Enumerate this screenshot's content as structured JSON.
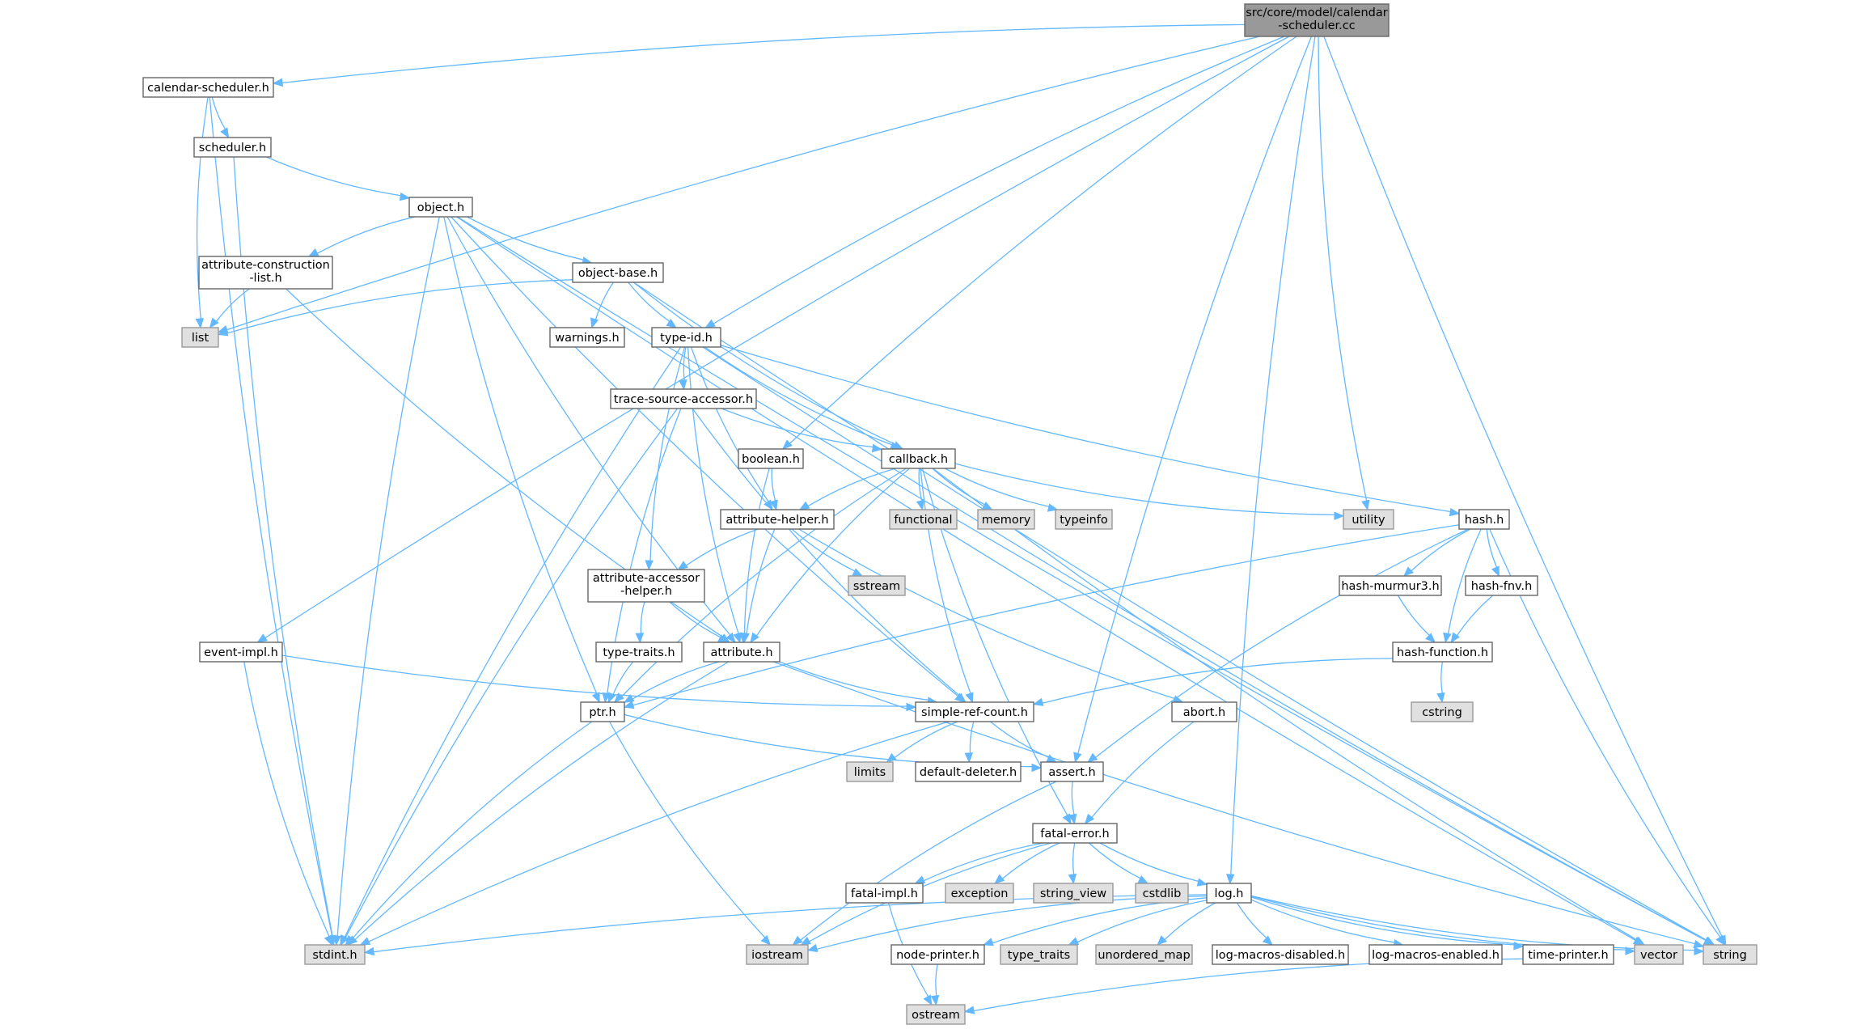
{
  "nodes": [
    {
      "id": "root",
      "label": "src/core/model/calendar-scheduler.cc",
      "lines": [
        "src/core/model/calendar",
        "-scheduler.cc"
      ],
      "kind": "root"
    },
    {
      "id": "calendar_scheduler_h",
      "label": "calendar-scheduler.h",
      "kind": "normal"
    },
    {
      "id": "scheduler_h",
      "label": "scheduler.h",
      "kind": "normal"
    },
    {
      "id": "object_h",
      "label": "object.h",
      "kind": "normal"
    },
    {
      "id": "attr_construction_list_h",
      "label": "attribute-construction-list.h",
      "lines": [
        "attribute-construction",
        "-list.h"
      ],
      "kind": "normal"
    },
    {
      "id": "object_base_h",
      "label": "object-base.h",
      "kind": "normal"
    },
    {
      "id": "list",
      "label": "list",
      "kind": "external"
    },
    {
      "id": "warnings_h",
      "label": "warnings.h",
      "kind": "normal"
    },
    {
      "id": "type_id_h",
      "label": "type-id.h",
      "kind": "normal"
    },
    {
      "id": "trace_source_accessor_h",
      "label": "trace-source-accessor.h",
      "kind": "normal"
    },
    {
      "id": "boolean_h",
      "label": "boolean.h",
      "kind": "normal"
    },
    {
      "id": "callback_h",
      "label": "callback.h",
      "kind": "normal"
    },
    {
      "id": "attribute_helper_h",
      "label": "attribute-helper.h",
      "kind": "normal"
    },
    {
      "id": "functional",
      "label": "functional",
      "kind": "external"
    },
    {
      "id": "memory",
      "label": "memory",
      "kind": "external"
    },
    {
      "id": "typeinfo",
      "label": "typeinfo",
      "kind": "external"
    },
    {
      "id": "utility",
      "label": "utility",
      "kind": "external"
    },
    {
      "id": "hash_h",
      "label": "hash.h",
      "kind": "normal"
    },
    {
      "id": "attr_accessor_helper_h",
      "label": "attribute-accessor-helper.h",
      "lines": [
        "attribute-accessor",
        "-helper.h"
      ],
      "kind": "normal"
    },
    {
      "id": "sstream",
      "label": "sstream",
      "kind": "external"
    },
    {
      "id": "hash_murmur3_h",
      "label": "hash-murmur3.h",
      "kind": "normal"
    },
    {
      "id": "hash_fnv_h",
      "label": "hash-fnv.h",
      "kind": "normal"
    },
    {
      "id": "event_impl_h",
      "label": "event-impl.h",
      "kind": "normal"
    },
    {
      "id": "type_traits_h",
      "label": "type-traits.h",
      "kind": "normal"
    },
    {
      "id": "attribute_h",
      "label": "attribute.h",
      "kind": "normal"
    },
    {
      "id": "hash_function_h",
      "label": "hash-function.h",
      "kind": "normal"
    },
    {
      "id": "cstring",
      "label": "cstring",
      "kind": "external"
    },
    {
      "id": "ptr_h",
      "label": "ptr.h",
      "kind": "normal"
    },
    {
      "id": "simple_ref_count_h",
      "label": "simple-ref-count.h",
      "kind": "normal"
    },
    {
      "id": "abort_h",
      "label": "abort.h",
      "kind": "normal"
    },
    {
      "id": "limits",
      "label": "limits",
      "kind": "external"
    },
    {
      "id": "default_deleter_h",
      "label": "default-deleter.h",
      "kind": "normal"
    },
    {
      "id": "assert_h",
      "label": "assert.h",
      "kind": "normal"
    },
    {
      "id": "fatal_error_h",
      "label": "fatal-error.h",
      "kind": "normal"
    },
    {
      "id": "fatal_impl_h",
      "label": "fatal-impl.h",
      "kind": "normal"
    },
    {
      "id": "exception",
      "label": "exception",
      "kind": "external"
    },
    {
      "id": "string_view",
      "label": "string_view",
      "kind": "external"
    },
    {
      "id": "cstdlib",
      "label": "cstdlib",
      "kind": "external"
    },
    {
      "id": "log_h",
      "label": "log.h",
      "kind": "normal"
    },
    {
      "id": "stdint_h",
      "label": "stdint.h",
      "kind": "external"
    },
    {
      "id": "iostream",
      "label": "iostream",
      "kind": "external"
    },
    {
      "id": "type_traits",
      "label": "type_traits",
      "kind": "external"
    },
    {
      "id": "unordered_map",
      "label": "unordered_map",
      "kind": "external"
    },
    {
      "id": "log_macros_disabled_h",
      "label": "log-macros-disabled.h",
      "kind": "normal"
    },
    {
      "id": "log_macros_enabled_h",
      "label": "log-macros-enabled.h",
      "kind": "normal"
    },
    {
      "id": "node_printer_h",
      "label": "node-printer.h",
      "kind": "normal"
    },
    {
      "id": "time_printer_h",
      "label": "time-printer.h",
      "kind": "normal"
    },
    {
      "id": "vector",
      "label": "vector",
      "kind": "external"
    },
    {
      "id": "string",
      "label": "string",
      "kind": "external"
    },
    {
      "id": "ostream",
      "label": "ostream",
      "kind": "external"
    }
  ],
  "edges": [
    [
      "root",
      "calendar_scheduler_h"
    ],
    [
      "root",
      "list"
    ],
    [
      "root",
      "event_impl_h"
    ],
    [
      "root",
      "type_id_h"
    ],
    [
      "root",
      "boolean_h"
    ],
    [
      "root",
      "assert_h"
    ],
    [
      "root",
      "utility"
    ],
    [
      "root",
      "log_h"
    ],
    [
      "root",
      "string"
    ],
    [
      "calendar_scheduler_h",
      "scheduler_h"
    ],
    [
      "calendar_scheduler_h",
      "list"
    ],
    [
      "calendar_scheduler_h",
      "stdint_h"
    ],
    [
      "scheduler_h",
      "object_h"
    ],
    [
      "scheduler_h",
      "stdint_h"
    ],
    [
      "object_h",
      "attr_construction_list_h"
    ],
    [
      "object_h",
      "object_base_h"
    ],
    [
      "object_h",
      "attribute_h"
    ],
    [
      "object_h",
      "ptr_h"
    ],
    [
      "object_h",
      "simple_ref_count_h"
    ],
    [
      "object_h",
      "stdint_h"
    ],
    [
      "object_h",
      "string"
    ],
    [
      "object_h",
      "vector"
    ],
    [
      "attr_construction_list_h",
      "list"
    ],
    [
      "attr_construction_list_h",
      "attribute_h"
    ],
    [
      "object_base_h",
      "list"
    ],
    [
      "object_base_h",
      "warnings_h"
    ],
    [
      "object_base_h",
      "type_id_h"
    ],
    [
      "object_base_h",
      "callback_h"
    ],
    [
      "object_base_h",
      "string"
    ],
    [
      "type_id_h",
      "trace_source_accessor_h"
    ],
    [
      "type_id_h",
      "callback_h"
    ],
    [
      "type_id_h",
      "attribute_helper_h"
    ],
    [
      "type_id_h",
      "attr_accessor_helper_h"
    ],
    [
      "type_id_h",
      "attribute_h"
    ],
    [
      "type_id_h",
      "hash_h"
    ],
    [
      "type_id_h",
      "stdint_h"
    ],
    [
      "type_id_h",
      "string"
    ],
    [
      "trace_source_accessor_h",
      "callback_h"
    ],
    [
      "trace_source_accessor_h",
      "ptr_h"
    ],
    [
      "trace_source_accessor_h",
      "simple_ref_count_h"
    ],
    [
      "trace_source_accessor_h",
      "stdint_h"
    ],
    [
      "boolean_h",
      "attribute_helper_h"
    ],
    [
      "boolean_h",
      "attribute_h"
    ],
    [
      "callback_h",
      "attribute_helper_h"
    ],
    [
      "callback_h",
      "functional"
    ],
    [
      "callback_h",
      "memory"
    ],
    [
      "callback_h",
      "typeinfo"
    ],
    [
      "callback_h",
      "utility"
    ],
    [
      "callback_h",
      "vector"
    ],
    [
      "callback_h",
      "attribute_h"
    ],
    [
      "callback_h",
      "ptr_h"
    ],
    [
      "callback_h",
      "simple_ref_count_h"
    ],
    [
      "callback_h",
      "fatal_error_h"
    ],
    [
      "attribute_helper_h",
      "attr_accessor_helper_h"
    ],
    [
      "attribute_helper_h",
      "sstream"
    ],
    [
      "attribute_helper_h",
      "attribute_h"
    ],
    [
      "attribute_helper_h",
      "abort_h"
    ],
    [
      "hash_h",
      "hash_murmur3_h"
    ],
    [
      "hash_h",
      "hash_fnv_h"
    ],
    [
      "hash_h",
      "hash_function_h"
    ],
    [
      "hash_h",
      "assert_h"
    ],
    [
      "hash_h",
      "ptr_h"
    ],
    [
      "hash_h",
      "string"
    ],
    [
      "attr_accessor_helper_h",
      "type_traits_h"
    ],
    [
      "attr_accessor_helper_h",
      "attribute_h"
    ],
    [
      "hash_murmur3_h",
      "hash_function_h"
    ],
    [
      "hash_fnv_h",
      "hash_function_h"
    ],
    [
      "event_impl_h",
      "simple_ref_count_h"
    ],
    [
      "event_impl_h",
      "stdint_h"
    ],
    [
      "type_traits_h",
      "ptr_h"
    ],
    [
      "attribute_h",
      "ptr_h"
    ],
    [
      "attribute_h",
      "simple_ref_count_h"
    ],
    [
      "attribute_h",
      "stdint_h"
    ],
    [
      "attribute_h",
      "string"
    ],
    [
      "hash_function_h",
      "cstring"
    ],
    [
      "hash_function_h",
      "simple_ref_count_h"
    ],
    [
      "ptr_h",
      "assert_h"
    ],
    [
      "ptr_h",
      "iostream"
    ],
    [
      "ptr_h",
      "stdint_h"
    ],
    [
      "simple_ref_count_h",
      "limits"
    ],
    [
      "simple_ref_count_h",
      "default_deleter_h"
    ],
    [
      "simple_ref_count_h",
      "assert_h"
    ],
    [
      "simple_ref_count_h",
      "stdint_h"
    ],
    [
      "abort_h",
      "fatal_error_h"
    ],
    [
      "assert_h",
      "fatal_error_h"
    ],
    [
      "assert_h",
      "iostream"
    ],
    [
      "fatal_error_h",
      "fatal_impl_h"
    ],
    [
      "fatal_error_h",
      "exception"
    ],
    [
      "fatal_error_h",
      "string_view"
    ],
    [
      "fatal_error_h",
      "cstdlib"
    ],
    [
      "fatal_error_h",
      "log_h"
    ],
    [
      "fatal_error_h",
      "iostream"
    ],
    [
      "fatal_impl_h",
      "ostream"
    ],
    [
      "log_h",
      "stdint_h"
    ],
    [
      "log_h",
      "iostream"
    ],
    [
      "log_h",
      "node_printer_h"
    ],
    [
      "log_h",
      "type_traits"
    ],
    [
      "log_h",
      "unordered_map"
    ],
    [
      "log_h",
      "log_macros_disabled_h"
    ],
    [
      "log_h",
      "log_macros_enabled_h"
    ],
    [
      "log_h",
      "time_printer_h"
    ],
    [
      "log_h",
      "vector"
    ],
    [
      "log_h",
      "string"
    ],
    [
      "node_printer_h",
      "ostream"
    ],
    [
      "time_printer_h",
      "ostream"
    ]
  ]
}
